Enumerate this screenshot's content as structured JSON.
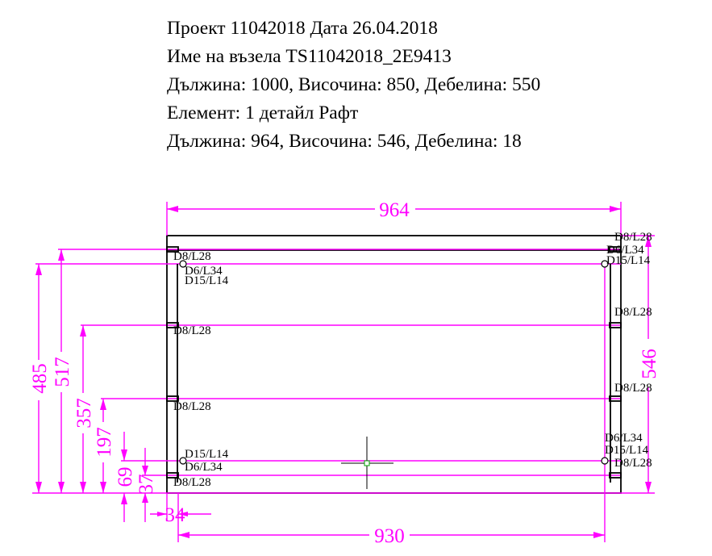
{
  "header": {
    "line1": "Проект 11042018 Дата 26.04.2018",
    "line2": "Име на възела TS11042018_2E9413",
    "line3": "Дължина: 1000, Височина: 850, Дебелина: 550",
    "line4": "Елемент: 1 детайл Рафт",
    "line5": "Дължина: 964, Височина: 546, Дебелина: 18"
  },
  "dimensions": {
    "top": "964",
    "bottom": "930",
    "right": "546",
    "left": [
      "485",
      "517",
      "357",
      "197",
      "69",
      "37"
    ],
    "small": "34"
  },
  "labels": {
    "left_top_d8": "D8/L28",
    "left_top_d6": "D6/L34",
    "left_top_d15": "D15/L14",
    "left_mid1_d8": "D8/L28",
    "left_mid2_d8": "D8/L28",
    "left_bot_d15": "D15/L14",
    "left_bot_d6": "D6/L34",
    "left_bot_d8": "D8/L28",
    "right_top_d8": "D8/L28",
    "right_top_d6": "D6/L34",
    "right_top_d15": "D15/L14",
    "right_mid1_d8": "D8/L28",
    "right_mid2_d8": "D8/L28",
    "right_bot_d6": "D6/L34",
    "right_bot_d15": "D15/L14",
    "right_bot_d8": "D8/L28"
  },
  "colors": {
    "dimension": "#ff00ff",
    "outline": "#000000",
    "cursor": "#00aa00"
  }
}
